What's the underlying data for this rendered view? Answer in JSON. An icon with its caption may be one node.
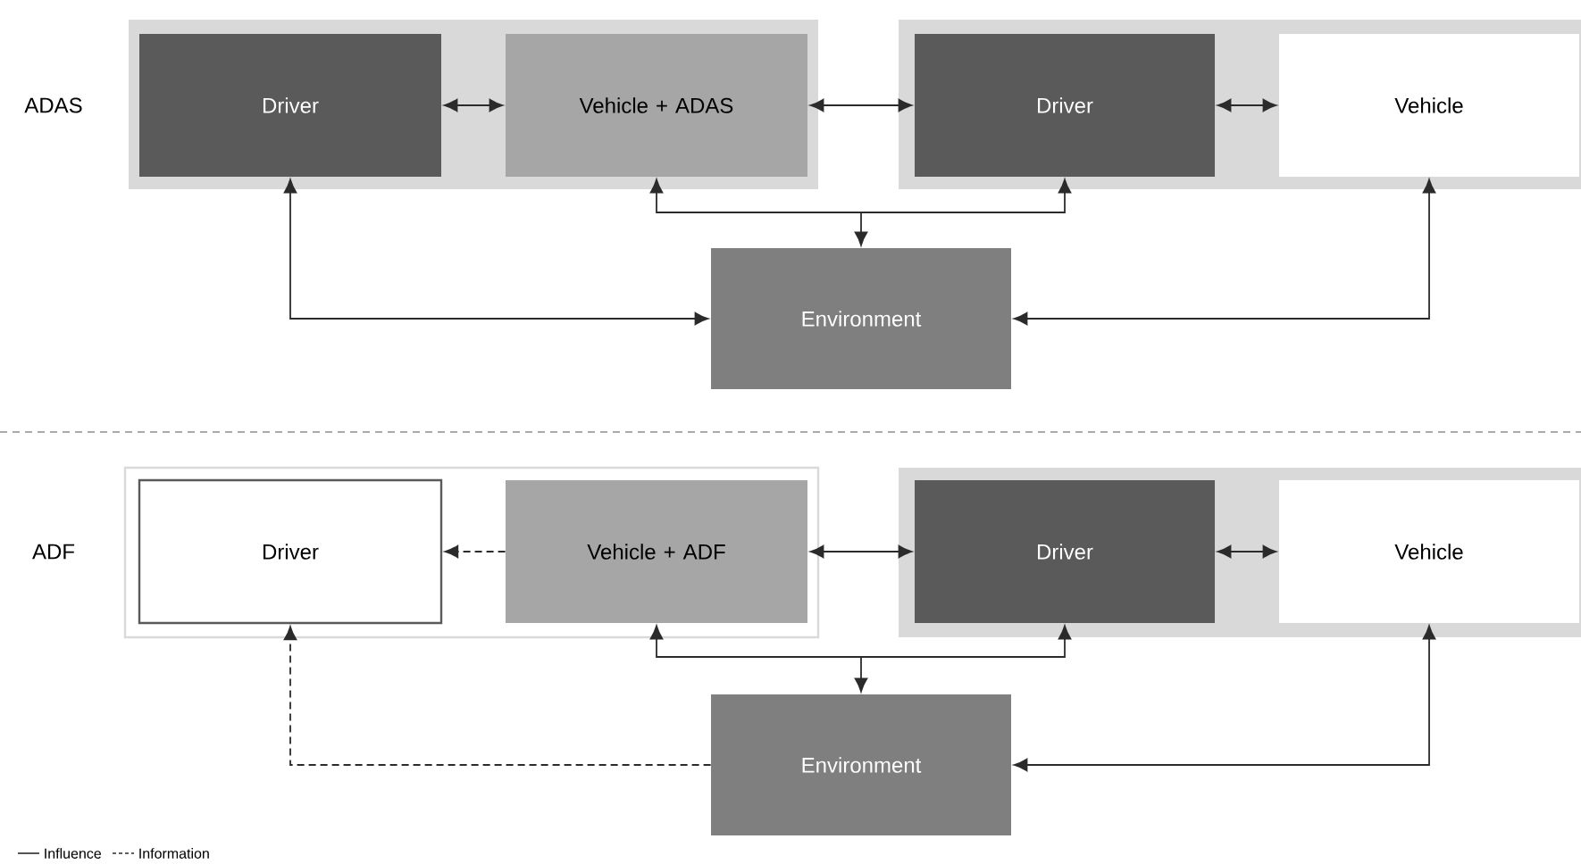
{
  "diagram": {
    "nodes": [
      {
        "text": [],
        "shape": "box"
      },
      {
        "text": [
          "Driver"
        ],
        "in": 0
      },
      {
        "text": [
          "Vehicle + ADAS"
        ],
        "in": 0
      },
      {
        "text": [],
        "shape": "box"
      },
      {
        "text": [
          "Driver"
        ],
        "in": 3
      },
      {
        "text": [
          "Vehicle"
        ],
        "in": 3
      },
      {
        "text": [
          "Environment"
        ]
      },
      {
        "text": [],
        "shape": "box"
      },
      {
        "text": [
          "Driver"
        ],
        "in": 7
      },
      {
        "text": [
          "Vehicle + ADF"
        ],
        "in": 7
      },
      {
        "text": [],
        "shape": "box"
      },
      {
        "text": [
          "Driver"
        ],
        "in": 10
      },
      {
        "text": [
          "Vehicle"
        ],
        "in": 10
      },
      {
        "text": [
          "Environment"
        ]
      }
    ],
    "edges": [
      {
        "from": 1,
        "to": 2,
        "arrow": "both"
      },
      {
        "from": 2,
        "to": 4,
        "arrow": "both"
      },
      {
        "from": 4,
        "to": 5,
        "arrow": "both"
      },
      {
        "from": 6,
        "to": 1,
        "arrow": "both"
      },
      {
        "from": 6,
        "to": 2,
        "arrow": "both"
      },
      {
        "from": 6,
        "to": 4,
        "arrow": "both"
      },
      {
        "from": 6,
        "to": 5,
        "arrow": "both"
      },
      {
        "from": 9,
        "to": 8,
        "arrow": "to",
        "style": "dashed"
      },
      {
        "from": 9,
        "to": 11,
        "arrow": "both"
      },
      {
        "from": 11,
        "to": 12,
        "arrow": "both"
      },
      {
        "from": 13,
        "to": 8,
        "arrow": "to",
        "style": "dashed"
      },
      {
        "from": 13,
        "to": 9,
        "arrow": "both"
      },
      {
        "from": 13,
        "to": 11,
        "arrow": "both"
      },
      {
        "from": 13,
        "to": 12,
        "arrow": "both"
      }
    ],
    "labels": [
      "ADAS",
      "ADF"
    ],
    "legend": [
      {
        "text": "Influence"
      },
      {
        "text": "Information"
      }
    ]
  }
}
